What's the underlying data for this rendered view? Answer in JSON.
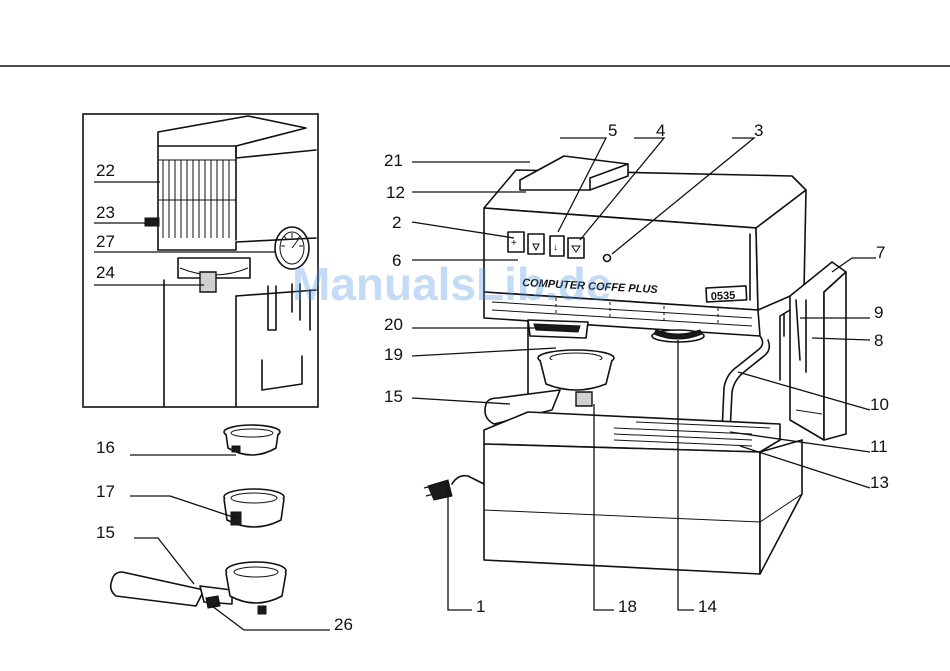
{
  "watermark": "ManualsLib.de",
  "brand_text": "COMPUTER COFFE PLUS",
  "model_badge": "0535",
  "labels": {
    "l1": "1",
    "l2": "2",
    "l3": "3",
    "l4": "4",
    "l5": "5",
    "l6": "6",
    "l7": "7",
    "l8": "8",
    "l9": "9",
    "l10": "10",
    "l11": "11",
    "l12": "12",
    "l13": "13",
    "l14": "14",
    "l15a": "15",
    "l15b": "15",
    "l16": "16",
    "l17": "17",
    "l18": "18",
    "l19": "19",
    "l20": "20",
    "l21": "21",
    "l22": "22",
    "l23": "23",
    "l24": "24",
    "l26": "26",
    "l27": "27"
  }
}
